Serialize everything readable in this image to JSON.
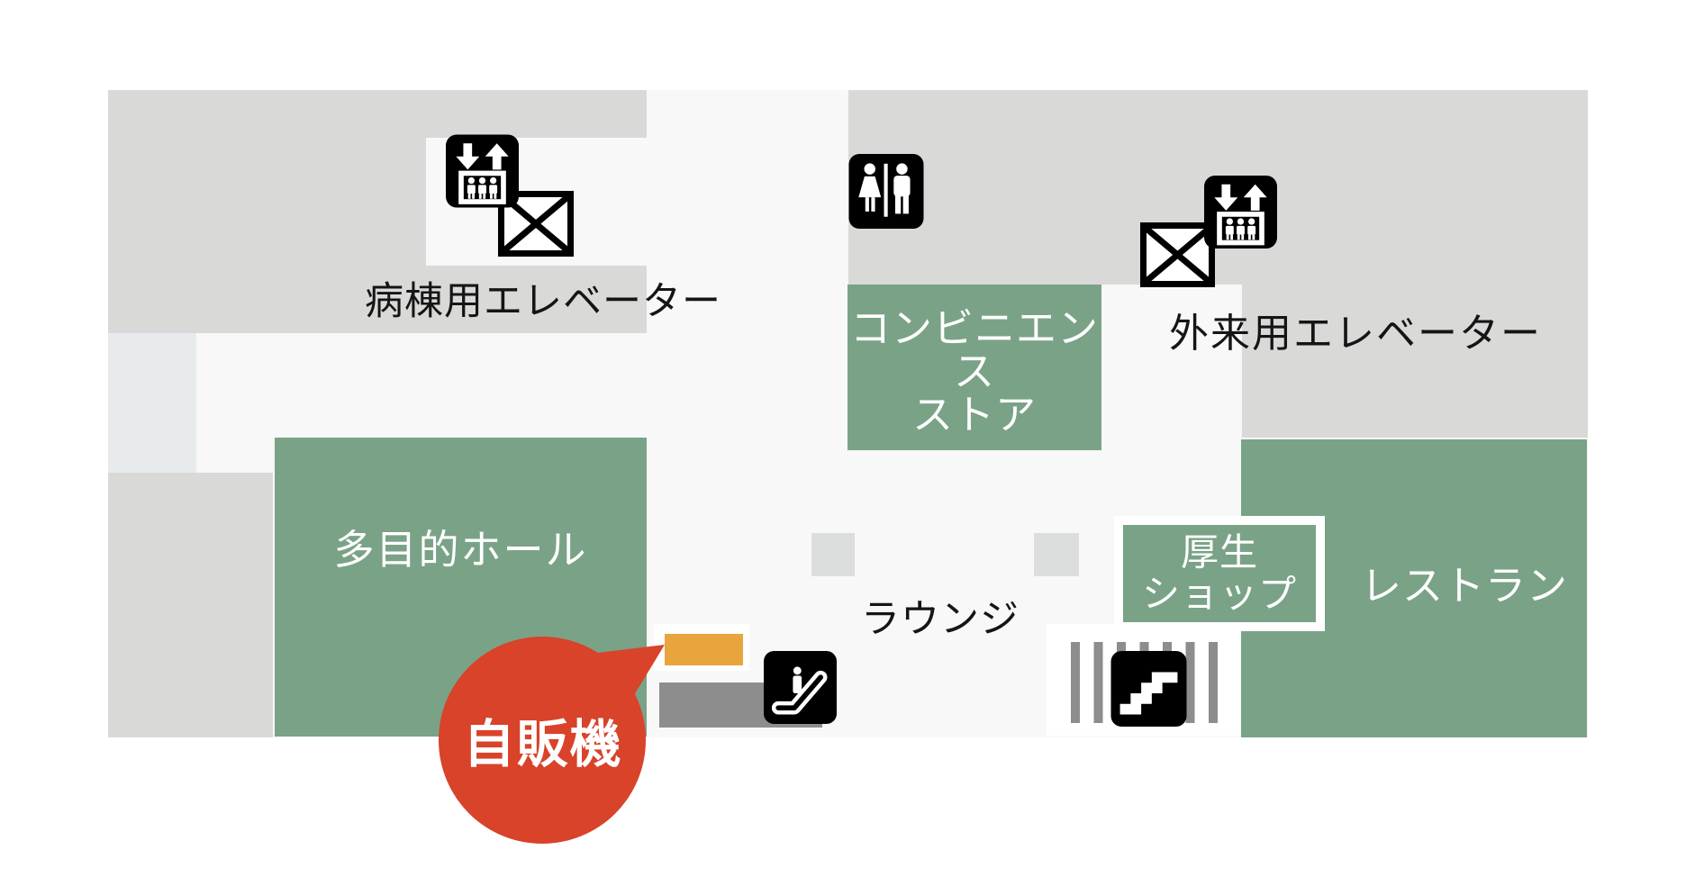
{
  "map": {
    "title_hint": "hospital floor guide map",
    "colors": {
      "area_green": "#7aa287",
      "block_gray": "#d9dad8",
      "floor_white": "#f7f8f7",
      "light_blue_gray": "#e8ebee",
      "pillar_gray": "#dcdedd",
      "bar_gray": "#8d8d8d",
      "icon_black": "#000000",
      "callout_red": "#d8432a",
      "vending_orange": "#e9a53d",
      "label_black": "#151515",
      "label_white": "#ffffff"
    },
    "areas": {
      "multipurpose_hall": {
        "label": "多目的ホール"
      },
      "convenience_store": {
        "line1": "コンビニエンス",
        "line2": "ストア"
      },
      "welfare_shop": {
        "line1": "厚生",
        "line2": "ショップ"
      },
      "restaurant": {
        "label": "レストラン"
      },
      "lounge": {
        "label": "ラウンジ"
      }
    },
    "facility_labels": {
      "ward_elevator": "病棟用エレベーター",
      "outpatient_elevator": "外来用エレベーター"
    },
    "callout": {
      "label": "自販機"
    },
    "icons": {
      "ward_elevator": "elevator-icon",
      "ward_elevator_shaft": "elevator-shaft-x-icon",
      "outpatient_elevator": "elevator-icon",
      "outpatient_elevator_shaft": "elevator-shaft-x-icon",
      "restroom": "restroom-icon",
      "escalator": "escalator-icon",
      "stairs": "stairs-icon"
    }
  }
}
